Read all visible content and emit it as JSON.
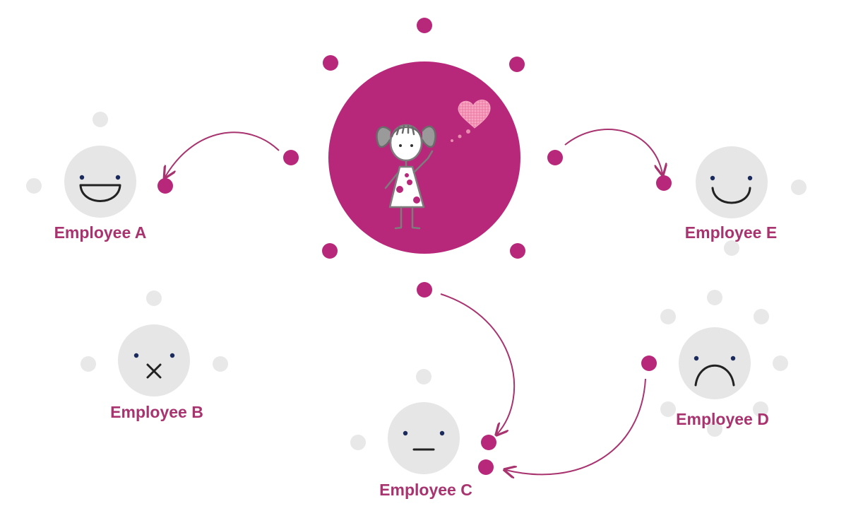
{
  "colors": {
    "accent": "#b8287a",
    "accent_line": "#a8336f",
    "face": "#e6e6e6",
    "small_dot_gray": "#e8e8e8",
    "eye": "#1b2a5c",
    "heart": "#f08aae"
  },
  "center": {
    "illustration": "girl-with-heart-thought"
  },
  "employees": [
    {
      "label": "Employee A",
      "mood": "big-smile"
    },
    {
      "label": "Employee B",
      "mood": "cross-mouth"
    },
    {
      "label": "Employee C",
      "mood": "neutral"
    },
    {
      "label": "Employee D",
      "mood": "frown"
    },
    {
      "label": "Employee E",
      "mood": "smile"
    }
  ]
}
